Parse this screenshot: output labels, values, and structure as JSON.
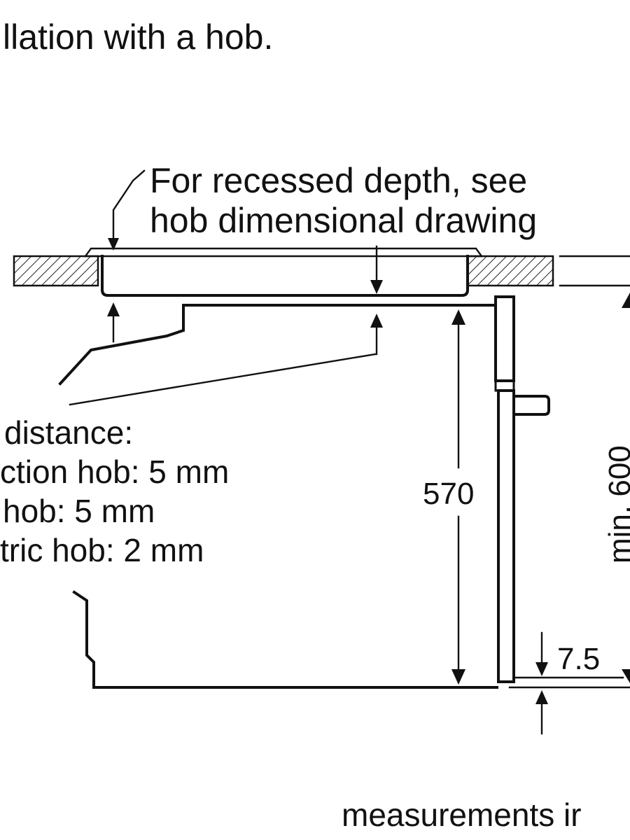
{
  "heading_fragment": "llation with a hob.",
  "recess_note": {
    "line1": "For recessed depth, see",
    "line2": "hob dimensional drawing"
  },
  "distance_note": {
    "line1": "distance:",
    "line2": "ction hob: 5 mm",
    "line3": "hob: 5 mm",
    "line4": "tric hob: 2 mm"
  },
  "dimensions": {
    "oven_height": "570",
    "niche_height": "min. 600",
    "gap": "7.5"
  },
  "footer_fragment": "measurements ir"
}
